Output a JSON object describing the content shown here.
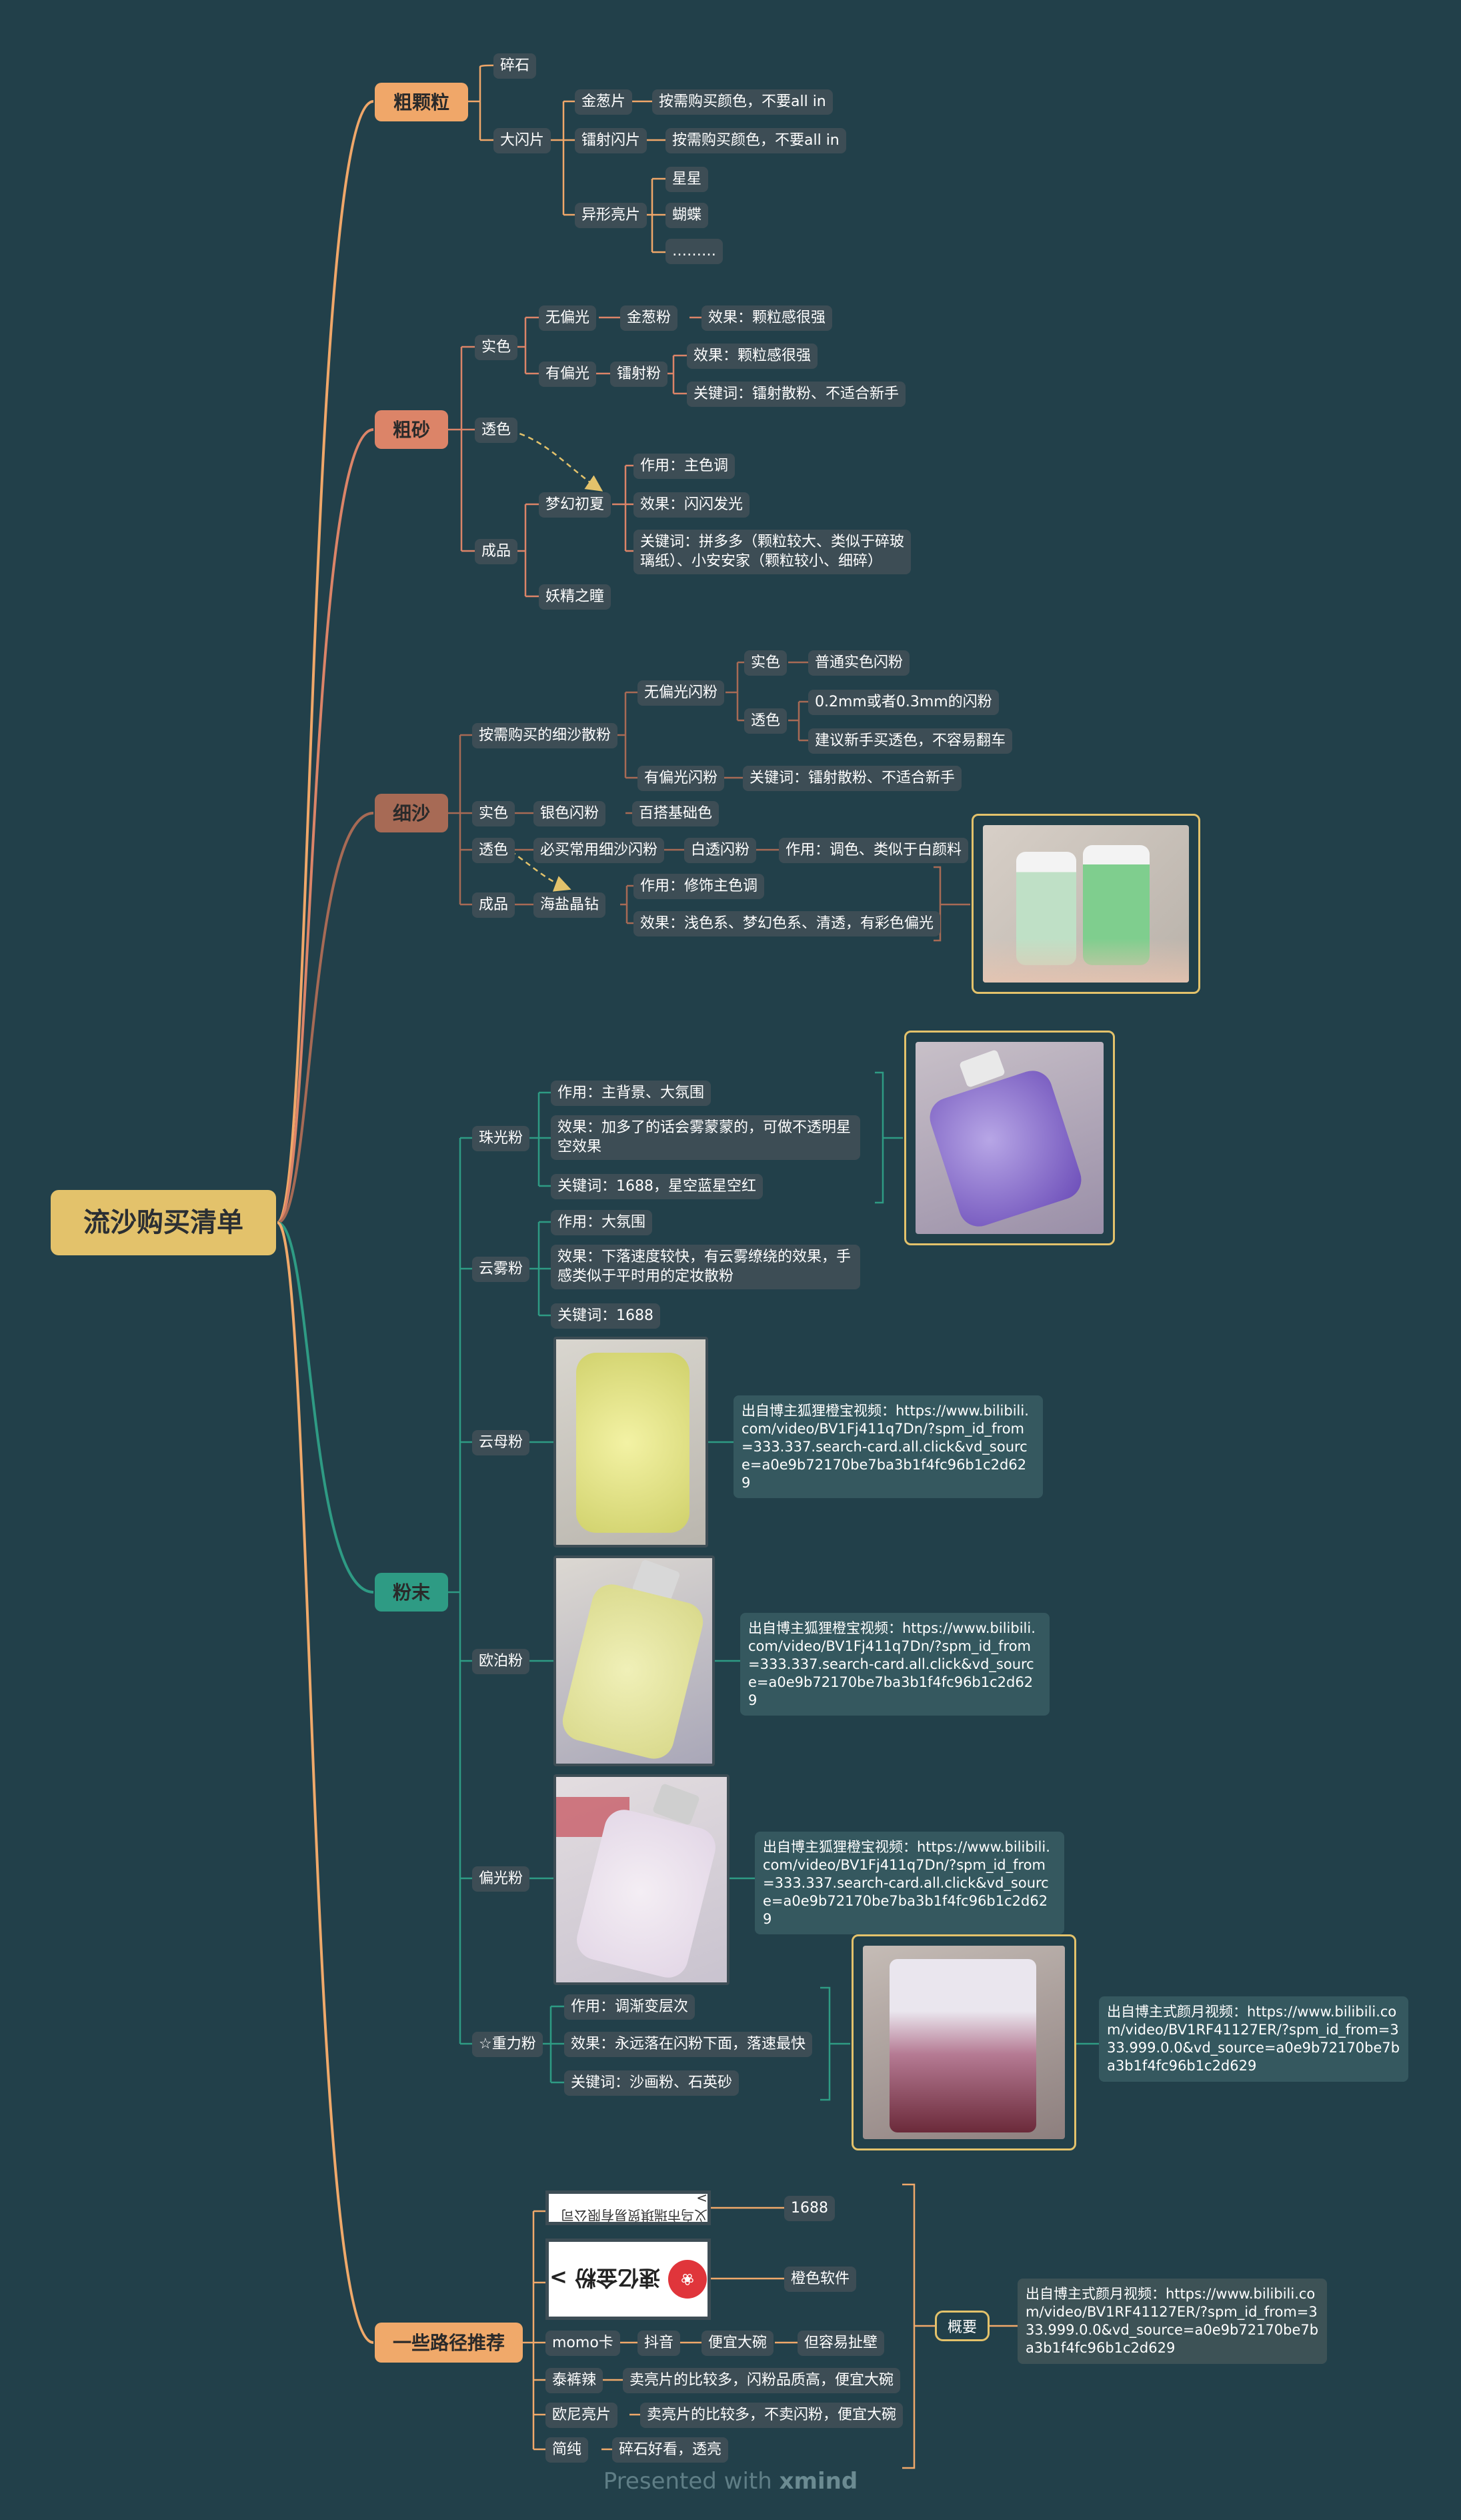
{
  "root": "流沙购买清单",
  "cats": {
    "c1": "粗颗粒",
    "c2": "粗砂",
    "c3": "细沙",
    "c4": "粉末",
    "c5": "一些路径推荐"
  },
  "c1": {
    "suishi": "碎石",
    "dashan": "大闪片",
    "jincong": "金葱片",
    "jincong_note": "按需购买颜色，不要all in",
    "leishe": "镭射闪片",
    "leishe_note": "按需购买颜色，不要all in",
    "yixing": "异形亮片",
    "xingxing": "星星",
    "hudie": "蝴蝶",
    "more": "………"
  },
  "c2": {
    "shise": "实色",
    "wupian": "无偏光",
    "jincongfen": "金葱粉",
    "xiaoguo1": "效果：颗粒感很强",
    "youpian": "有偏光",
    "leishefen": "镭射粉",
    "xiaoguo2": "效果：颗粒感很强",
    "guanjian1": "关键词：镭射散粉、不适合新手",
    "touse": "透色",
    "chengpin": "成品",
    "menghuan": "梦幻初夏",
    "zuoyong": "作用：主色调",
    "xiaoguo3": "效果：闪闪发光",
    "guanjian2": "关键词：拼多多（颗粒较大、类似于碎玻璃纸）、小安安家（颗粒较小、细碎）",
    "yaojing": "妖精之瞳"
  },
  "c3": {
    "anxu": "按需购买的细沙散粉",
    "wupianshan": "无偏光闪粉",
    "shise": "实色",
    "putong": "普通实色闪粉",
    "touse": "透色",
    "mm": "0.2mm或者0.3mm的闪粉",
    "jianyi": "建议新手买透色，不容易翻车",
    "youpianshan": "有偏光闪粉",
    "guanjian": "关键词：镭射散粉、不适合新手",
    "shise2": "实色",
    "yinse": "银色闪粉",
    "baida": "百搭基础色",
    "touse2": "透色",
    "bimai": "必买常用细沙闪粉",
    "baitou": "白透闪粉",
    "zuoyong": "作用：调色、类似于白颜料",
    "chengpin": "成品",
    "haiyan": "海盐晶钻",
    "zuoyong2": "作用：修饰主色调",
    "xiaoguo": "效果：浅色系、梦幻色系、清透，有彩色偏光"
  },
  "c4": {
    "zhuguang": "珠光粉",
    "zg_zuoyong": "作用：主背景、大氛围",
    "zg_xiaoguo": "效果：加多了的话会雾蒙蒙的，可做不透明星空效果",
    "zg_guanjian": "关键词：1688，星空蓝星空红",
    "yunwu": "云雾粉",
    "yw_zuoyong": "作用：大氛围",
    "yw_xiaoguo": "效果：下落速度较快，有云雾缭绕的效果，手感类似于平时用的定妆散粉",
    "yw_guanjian": "关键词：1688",
    "yunmu": "云母粉",
    "yunmu_note": "出自博主狐狸橙宝视频：https://www.bilibili.com/video/BV1Fj411q7Dn/?spm_id_from=333.337.search-card.all.click&vd_source=a0e9b72170be7ba3b1f4fc96b1c2d629",
    "oubo": "欧泊粉",
    "oubo_note": "出自博主狐狸橙宝视频：https://www.bilibili.com/video/BV1Fj411q7Dn/?spm_id_from=333.337.search-card.all.click&vd_source=a0e9b72170be7ba3b1f4fc96b1c2d629",
    "pianguang": "偏光粉",
    "pianguang_note": "出自博主狐狸橙宝视频：https://www.bilibili.com/video/BV1Fj411q7Dn/?spm_id_from=333.337.search-card.all.click&vd_source=a0e9b72170be7ba3b1f4fc96b1c2d629",
    "zhongli": "☆重力粉",
    "zl_zuoyong": "作用：调渐变层次",
    "zl_xiaoguo": "效果：永远落在闪粉下面，落速最快",
    "zl_guanjian": "关键词：沙画粉、石英砂",
    "zl_note": "出自博主式颜月视频：https://www.bilibili.com/video/BV1RF41127ER/?spm_id_from=333.999.0.0&vd_source=a0e9b72170be7ba3b1f4fc96b1c2d629"
  },
  "c5": {
    "brand1": "义乌市瑞琪贸易有限公司 >",
    "l1688": "1688",
    "brand2": "速亿金粉 >",
    "chengse": "橙色软件",
    "momo": "momo卡",
    "douyin": "抖音",
    "pianyi": "便宜大碗",
    "dan": "但容易扯壁",
    "taiku": "泰裤辣",
    "taiku_note": "卖亮片的比较多，闪粉品质高，便宜大碗",
    "oujie": "欧尼亮片",
    "oujie_note": "卖亮片的比较多，不卖闪粉，便宜大碗",
    "jianchun": "简纯",
    "jianchun_note": "碎石好看，透亮",
    "gaiyao": "概要",
    "summary_note": "出自博主式颜月视频：https://www.bilibili.com/video/BV1RF41127ER/?spm_id_from=333.999.0.0&vd_source=a0e9b72170be7ba3b1f4fc96b1c2d629"
  },
  "footer": {
    "presented": "Presented with ",
    "brand": "xmind"
  },
  "colors": {
    "bg": "#22404a",
    "root": "#e3c26b",
    "c1": "#f0a769",
    "c2": "#dc8468",
    "c3": "#a76a55",
    "c4": "#2e9b84",
    "c5": "#f0a96a",
    "sub": "#3d4d55",
    "note": "#35585f"
  }
}
